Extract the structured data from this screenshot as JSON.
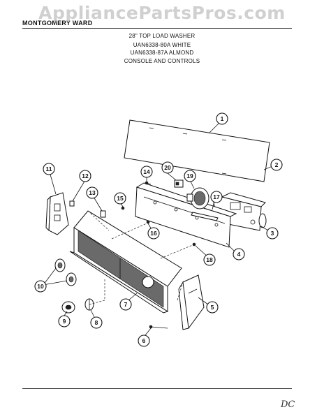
{
  "watermark": "AppliancePartsPros.com",
  "brand": "MONTGOMERY WARD",
  "header": {
    "line1": "28\" TOP LOAD WASHER",
    "line2": "UAN6338-80A WHITE",
    "line3": "UAN6338-87A ALMOND",
    "line4": "CONSOLE AND CONTROLS"
  },
  "callouts": {
    "c1": "1",
    "c2": "2",
    "c3": "3",
    "c4": "4",
    "c5": "5",
    "c6": "6",
    "c7": "7",
    "c8": "8",
    "c9": "9",
    "c10": "10",
    "c11": "11",
    "c12": "12",
    "c13": "13",
    "c14": "14",
    "c15": "15",
    "c16": "16",
    "c17": "17",
    "c18": "18",
    "c19": "19",
    "c20": "20"
  },
  "signature": "DC"
}
